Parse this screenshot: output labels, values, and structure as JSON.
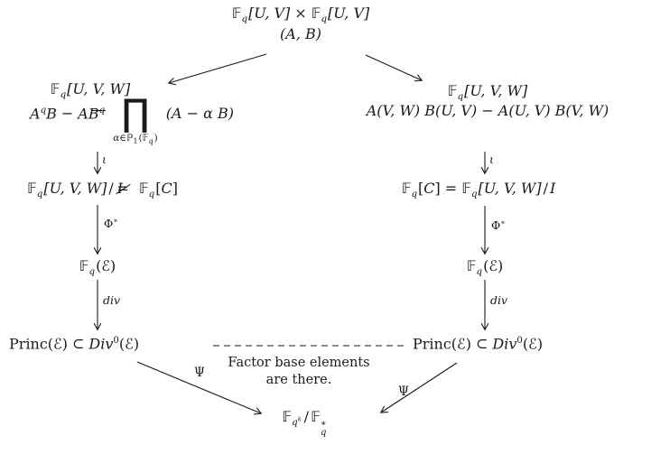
{
  "colors": {
    "ink": "#1a1a1a",
    "background": "#ffffff"
  },
  "sym": {
    "F": "𝔽",
    "q": "q",
    "k": "k",
    "I": "I",
    "C": "C",
    "E": "ℰ",
    "P": "ℙ",
    "one": "1",
    "times": "×",
    "prod": "∏",
    "alpha": "α",
    "element_of": "∈",
    "iota": "ι",
    "phi": "Φ",
    "star": "∗",
    "psi": "Ψ",
    "div_map": "div",
    "eq": "=",
    "slash": "/",
    "lp": "(",
    "rp": ")",
    "lb": "[",
    "rb": "]",
    "uv": "[U, V]",
    "uvw": "[U, V, W]"
  },
  "top": {
    "pair": "(A, B)"
  },
  "left_branch": {
    "A": "A",
    "B": "B",
    "minus": "−",
    "factor": "(A − α B)"
  },
  "right_branch": {
    "formula": "A(V, W) B(U, V) − A(U, V) B(V, W)"
  },
  "princ": {
    "name": "Princ",
    "subset": "⊂",
    "div_group": "Div",
    "zero": "0"
  },
  "note": {
    "line1": "Factor base elements",
    "line2": "are there."
  }
}
